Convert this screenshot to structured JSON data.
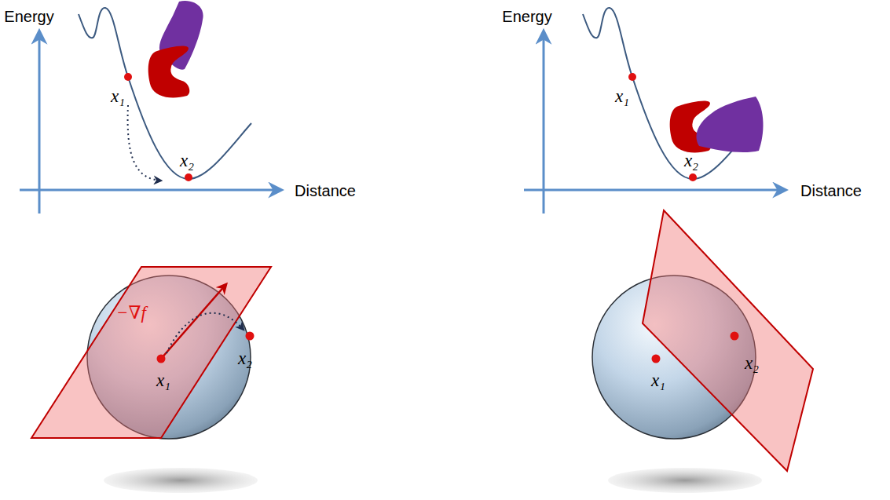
{
  "diagram": {
    "labels": [
      "Energy",
      "Distance",
      "x₁",
      "x₂",
      "−∇f",
      "x₁",
      "x₂",
      "Energy",
      "Distance",
      "x₁",
      "x₂",
      "x₁",
      "x₂"
    ]
  }
}
